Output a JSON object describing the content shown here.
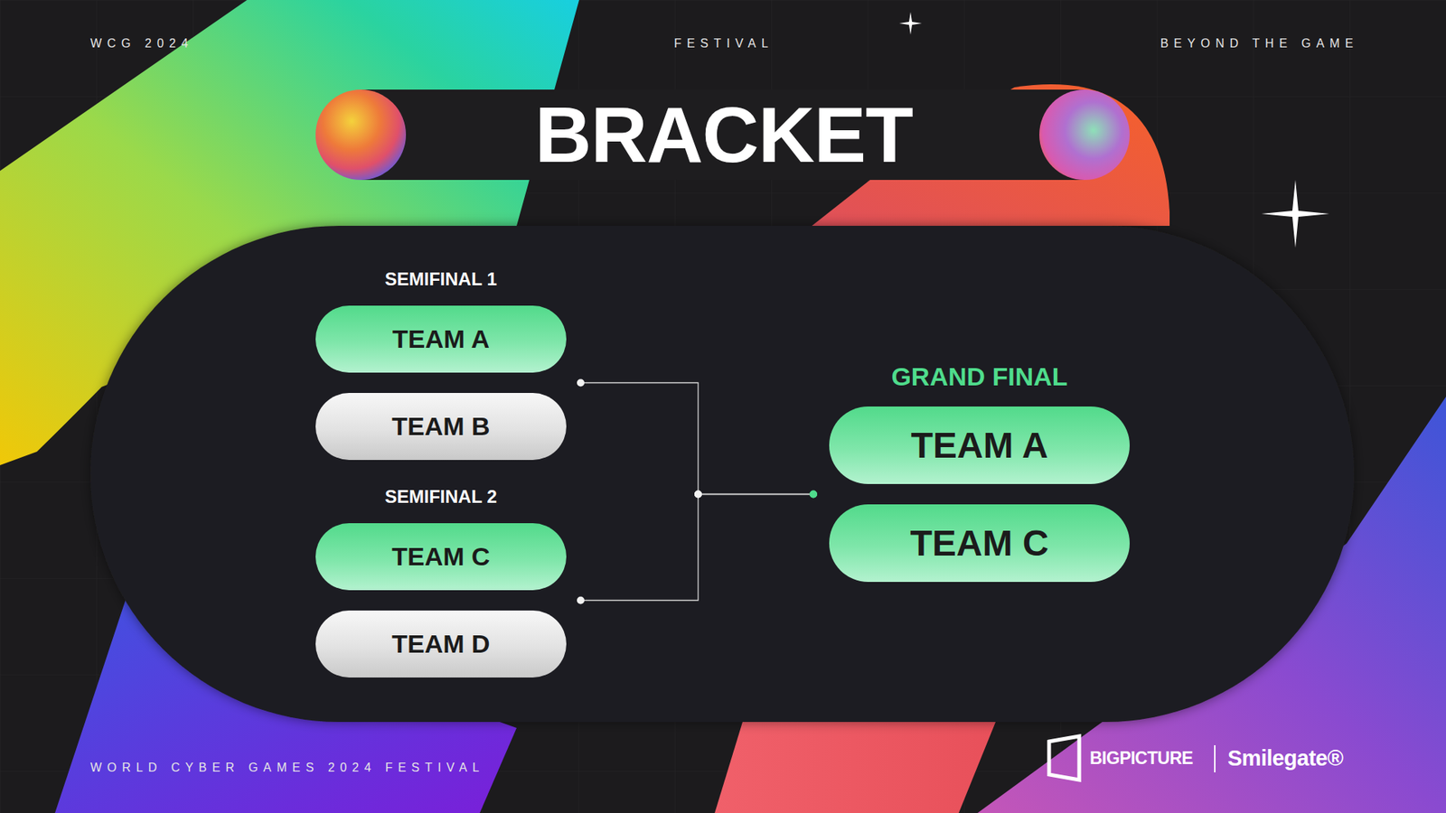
{
  "diagram": {
    "title": "BRACKET",
    "nodes": [
      {
        "text": [
          "SEMIFINAL 1"
        ]
      },
      {
        "text": [
          "TEAM A"
        ],
        "in": 0
      },
      {
        "text": [
          "TEAM B"
        ],
        "in": 0
      },
      {
        "text": [
          "SEMIFINAL 2"
        ]
      },
      {
        "text": [
          "TEAM C"
        ],
        "in": 3
      },
      {
        "text": [
          "TEAM D"
        ],
        "in": 3
      },
      {
        "text": [
          "GRAND FINAL"
        ]
      },
      {
        "text": [
          "TEAM A"
        ],
        "in": 6
      },
      {
        "text": [
          "TEAM C"
        ],
        "in": 6
      }
    ],
    "edges": [
      {
        "from": 0,
        "to": 6,
        "arrow": "none"
      },
      {
        "from": 3,
        "to": 6,
        "arrow": "none"
      }
    ],
    "labels": [
      "WCG 2024",
      "FESTIVAL",
      "BEYOND THE GAME",
      "WORLD CYBER GAMES 2024 FESTIVAL",
      "BIGPICTURE",
      "Smilegate®"
    ]
  }
}
